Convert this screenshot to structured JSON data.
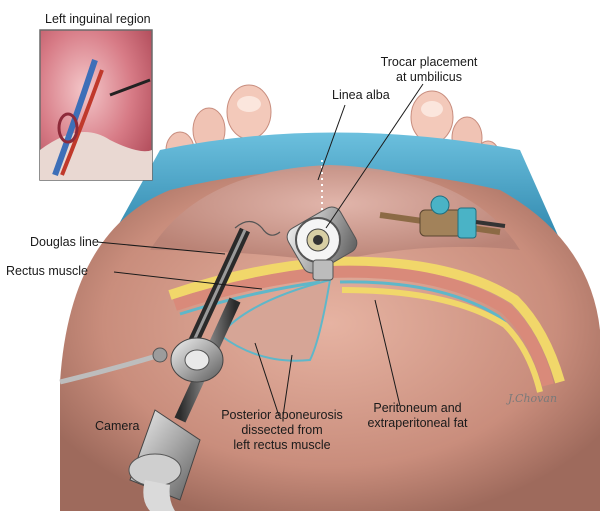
{
  "labels": {
    "inset_title": "Left inguinal region",
    "trocar_line1": "Trocar placement",
    "trocar_line2": "at umbilicus",
    "linea_alba": "Linea alba",
    "douglas_line": "Douglas line",
    "rectus_muscle": "Rectus muscle",
    "camera": "Camera",
    "posterior_line1": "Posterior aponeurosis",
    "posterior_line2": "dissected from",
    "posterior_line3": "left rectus muscle",
    "peritoneum_line1": "Peritoneum and",
    "peritoneum_line2": "extraperitoneal fat"
  },
  "signature": "J.Chovan",
  "colors": {
    "skin": "#d9a08f",
    "drape": "#4aa3c8",
    "muscle": "#d98a7a",
    "fat": "#f1d76a",
    "peritoneum": "#5fb7c9",
    "instrument": "#9a9a9a",
    "camera_port": "#4ab3c6"
  }
}
